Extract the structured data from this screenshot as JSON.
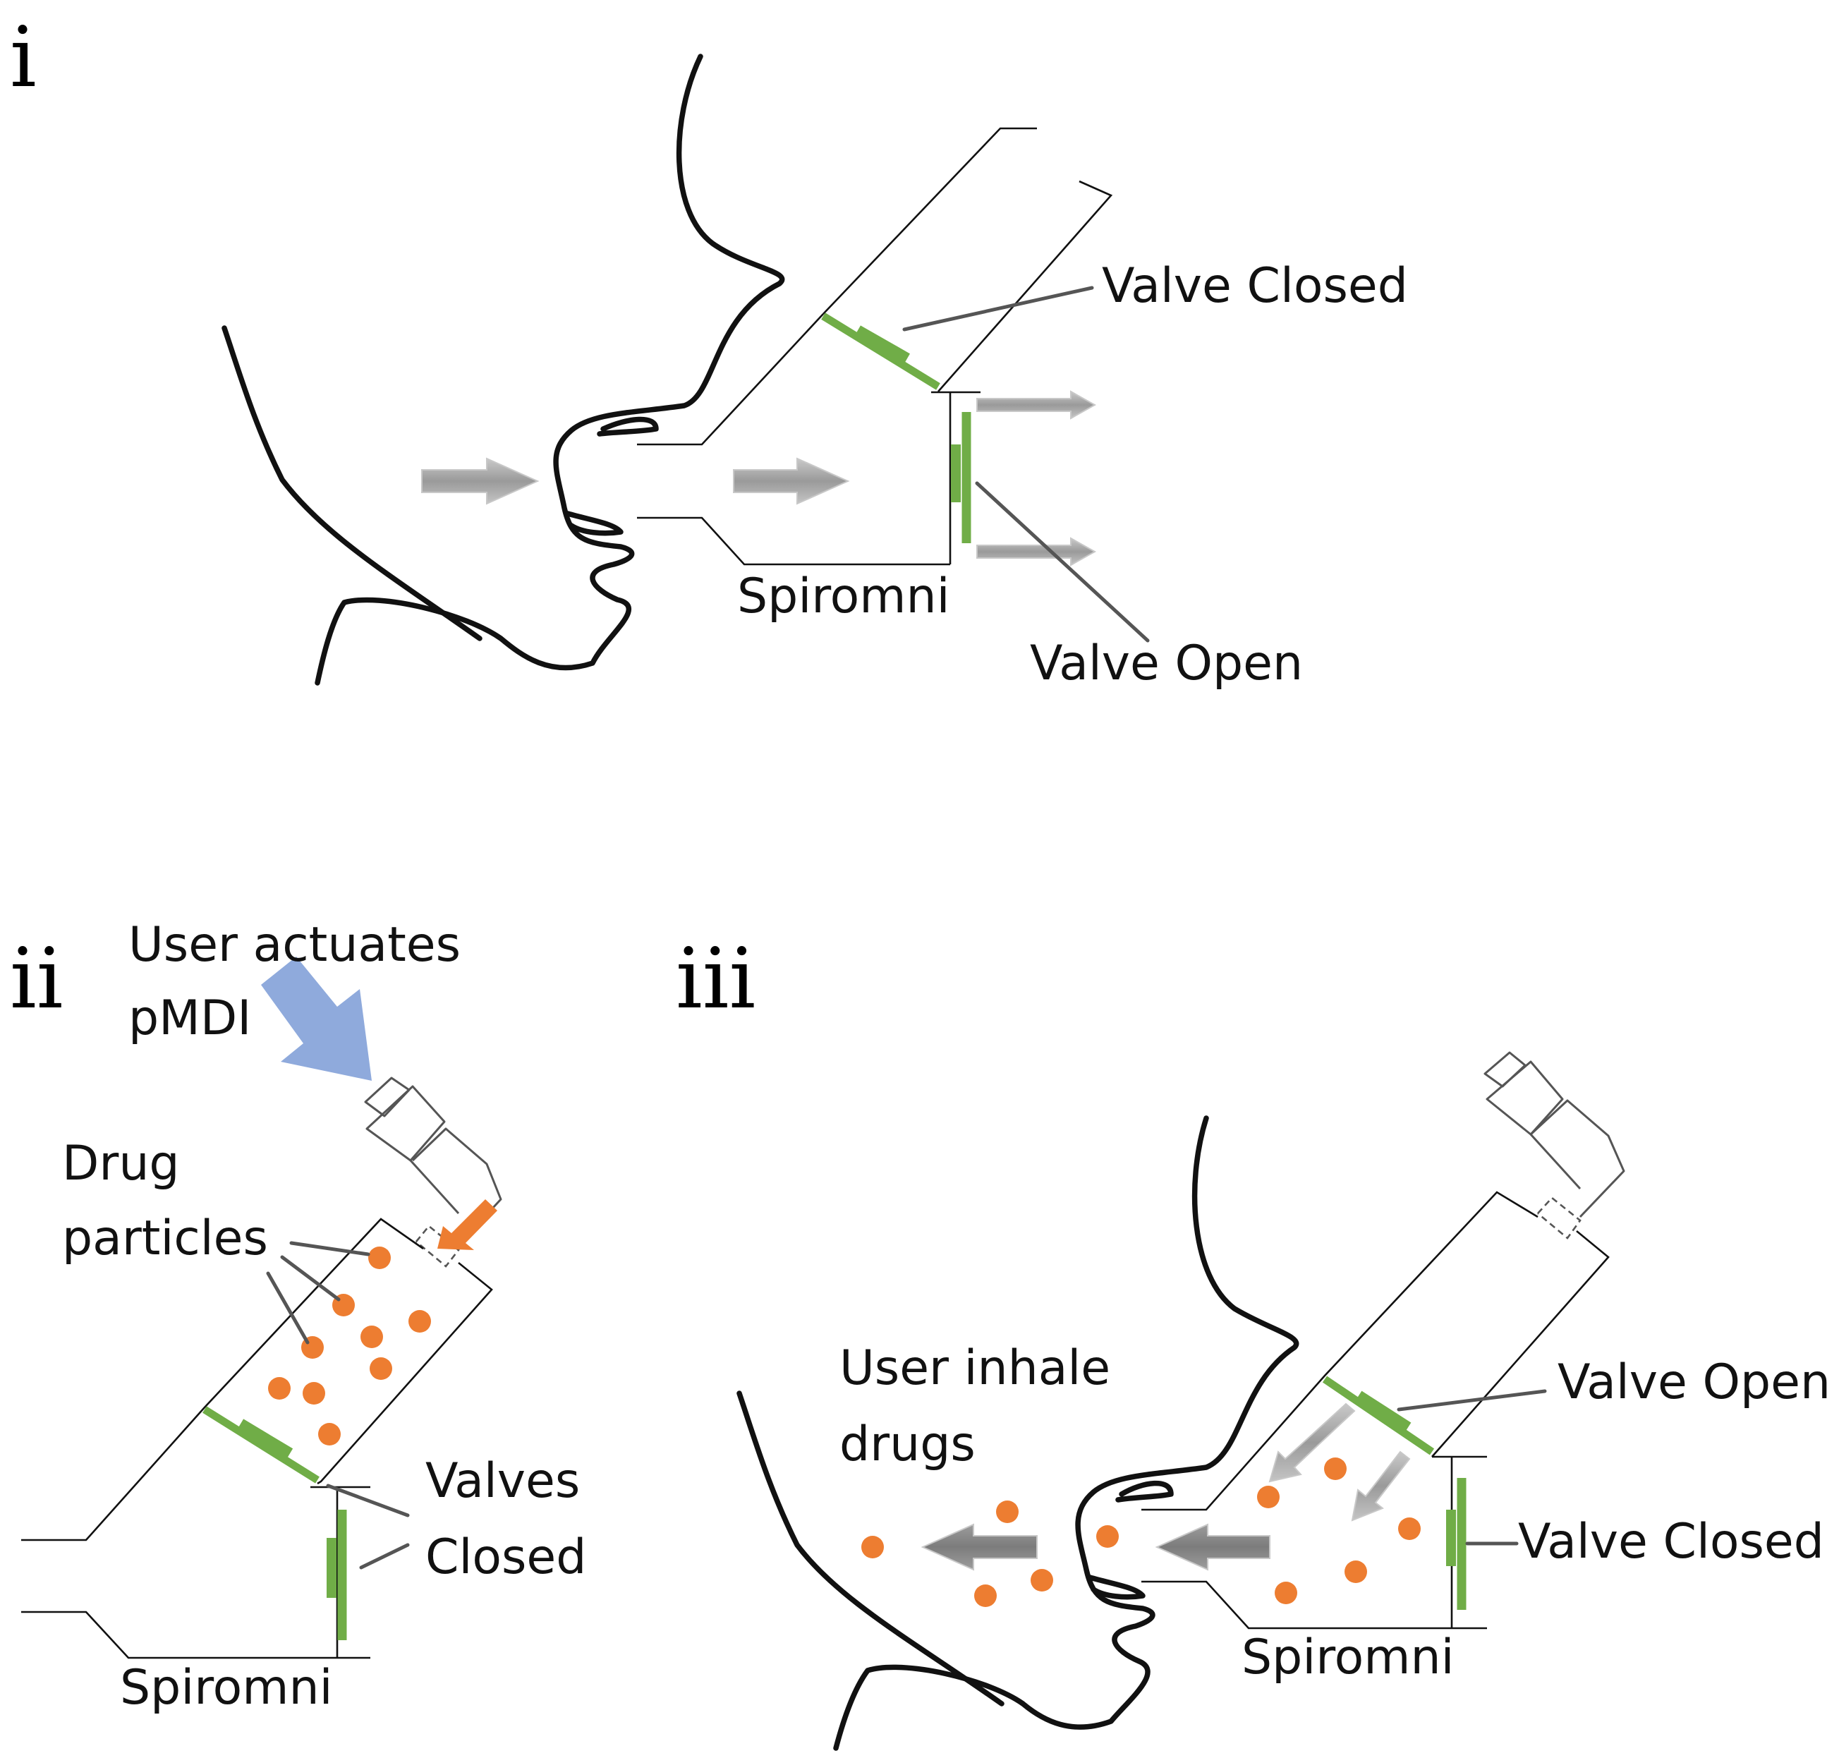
{
  "panels": {
    "i": {
      "numeral": "i"
    },
    "ii": {
      "numeral": "ii"
    },
    "iii": {
      "numeral": "iii"
    }
  },
  "labels": {
    "i_valve_closed": "Valve Closed",
    "i_valve_open": "Valve Open",
    "i_device": "Spiromni",
    "ii_user_actuates_line1": "User actuates",
    "ii_user_actuates_line2": "pMDI",
    "ii_drug_particles_line1": "Drug",
    "ii_drug_particles_line2": "particles",
    "ii_valves_line1": "Valves",
    "ii_valves_line2": "Closed",
    "ii_device": "Spiromni",
    "iii_user_inhale_line1": "User inhale",
    "iii_user_inhale_line2": "drugs",
    "iii_valve_open": "Valve Open",
    "iii_valve_closed": "Valve Closed",
    "iii_device": "Spiromni"
  },
  "colors": {
    "valve": "#70ad47",
    "particle": "#ed7d31",
    "flow_arrow": "#a0a0a0",
    "actuation_arrow": "#8faadc",
    "outline": "#111111"
  }
}
